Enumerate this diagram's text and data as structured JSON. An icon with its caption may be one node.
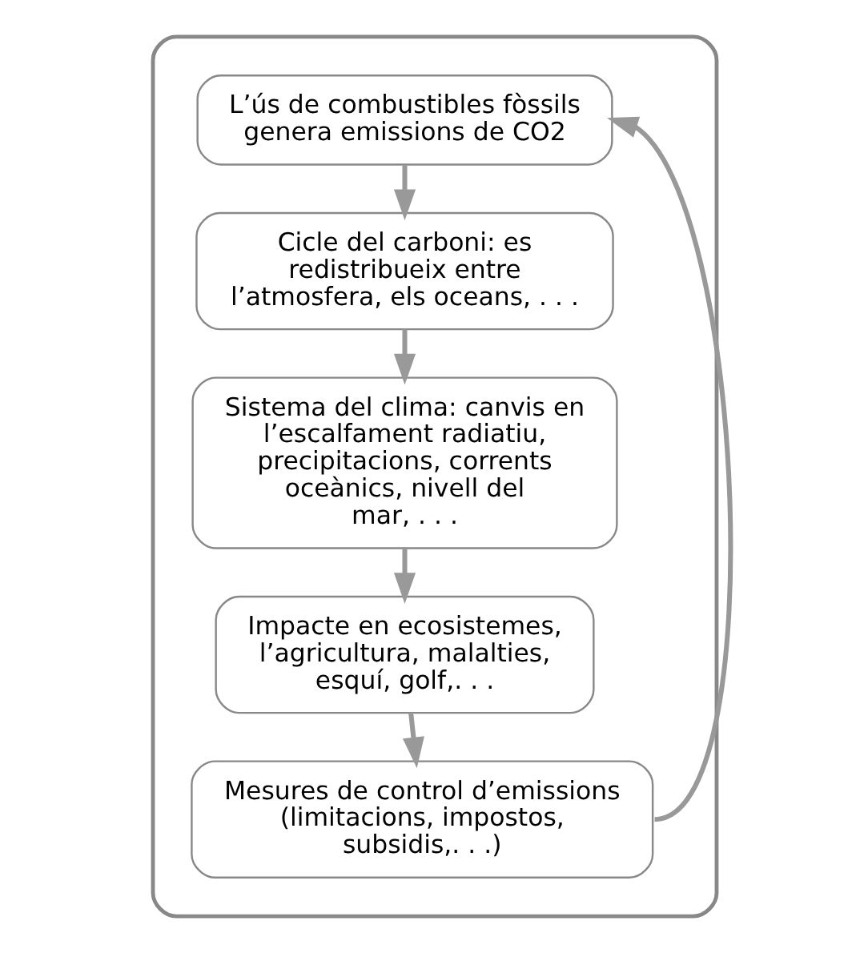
{
  "diagram": {
    "nodes": [
      {
        "text": [],
        "shape": "box"
      },
      {
        "text": [
          "L’ús de combustibles fòssils genera emissions de CO2"
        ],
        "in": 0
      },
      {
        "text": [
          "Cicle del carboni: es redistribueix entre l’atmosfera, els oceans, . . ."
        ],
        "in": 0
      },
      {
        "text": [
          "Sistema del clima: canvis en l’escalfament radiatiu, precipitacions, corrents oceànics, nivell del mar, . . ."
        ],
        "in": 0
      },
      {
        "text": [
          "Impacte en ecosistemes, l’agricultura, malalties, esquí, golf,. . ."
        ],
        "in": 0
      },
      {
        "text": [
          "Mesures de control d’emissions (limitacions, impostos, subsidis,. . .)"
        ],
        "in": 0
      }
    ],
    "edges": [
      {
        "from": 1,
        "to": 2,
        "arrow": "to"
      },
      {
        "from": 2,
        "to": 3,
        "arrow": "to"
      },
      {
        "from": 3,
        "to": 4,
        "arrow": "to"
      },
      {
        "from": 4,
        "to": 5,
        "arrow": "to"
      },
      {
        "from": 5,
        "to": 1,
        "arrow": "to"
      }
    ]
  }
}
